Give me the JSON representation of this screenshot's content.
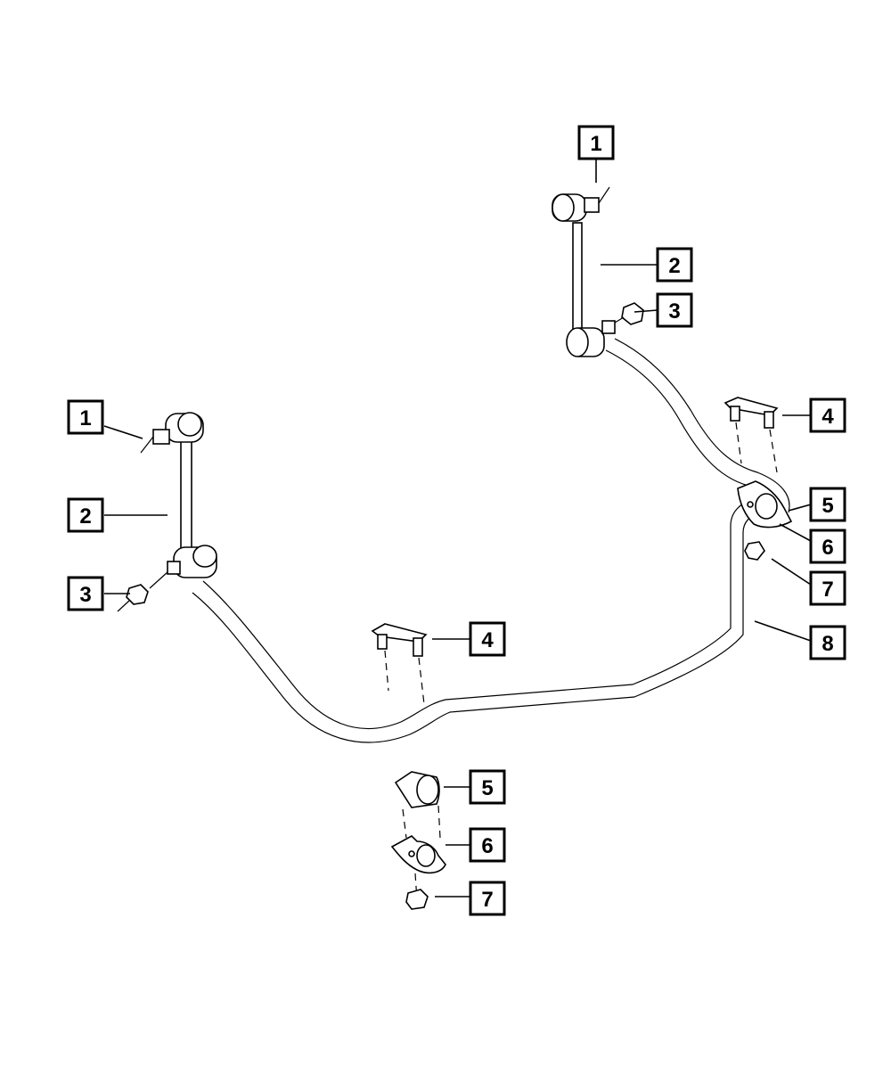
{
  "callouts": [
    {
      "id": "c1a",
      "label": "1"
    },
    {
      "id": "c2a",
      "label": "2"
    },
    {
      "id": "c3a",
      "label": "3"
    },
    {
      "id": "c4a",
      "label": "4"
    },
    {
      "id": "c5a",
      "label": "5"
    },
    {
      "id": "c6a",
      "label": "6"
    },
    {
      "id": "c7a",
      "label": "7"
    },
    {
      "id": "c8a",
      "label": "8"
    },
    {
      "id": "c1b",
      "label": "1"
    },
    {
      "id": "c2b",
      "label": "2"
    },
    {
      "id": "c3b",
      "label": "3"
    },
    {
      "id": "c4b",
      "label": "4"
    },
    {
      "id": "c5b",
      "label": "5"
    },
    {
      "id": "c6b",
      "label": "6"
    },
    {
      "id": "c7b",
      "label": "7"
    }
  ]
}
